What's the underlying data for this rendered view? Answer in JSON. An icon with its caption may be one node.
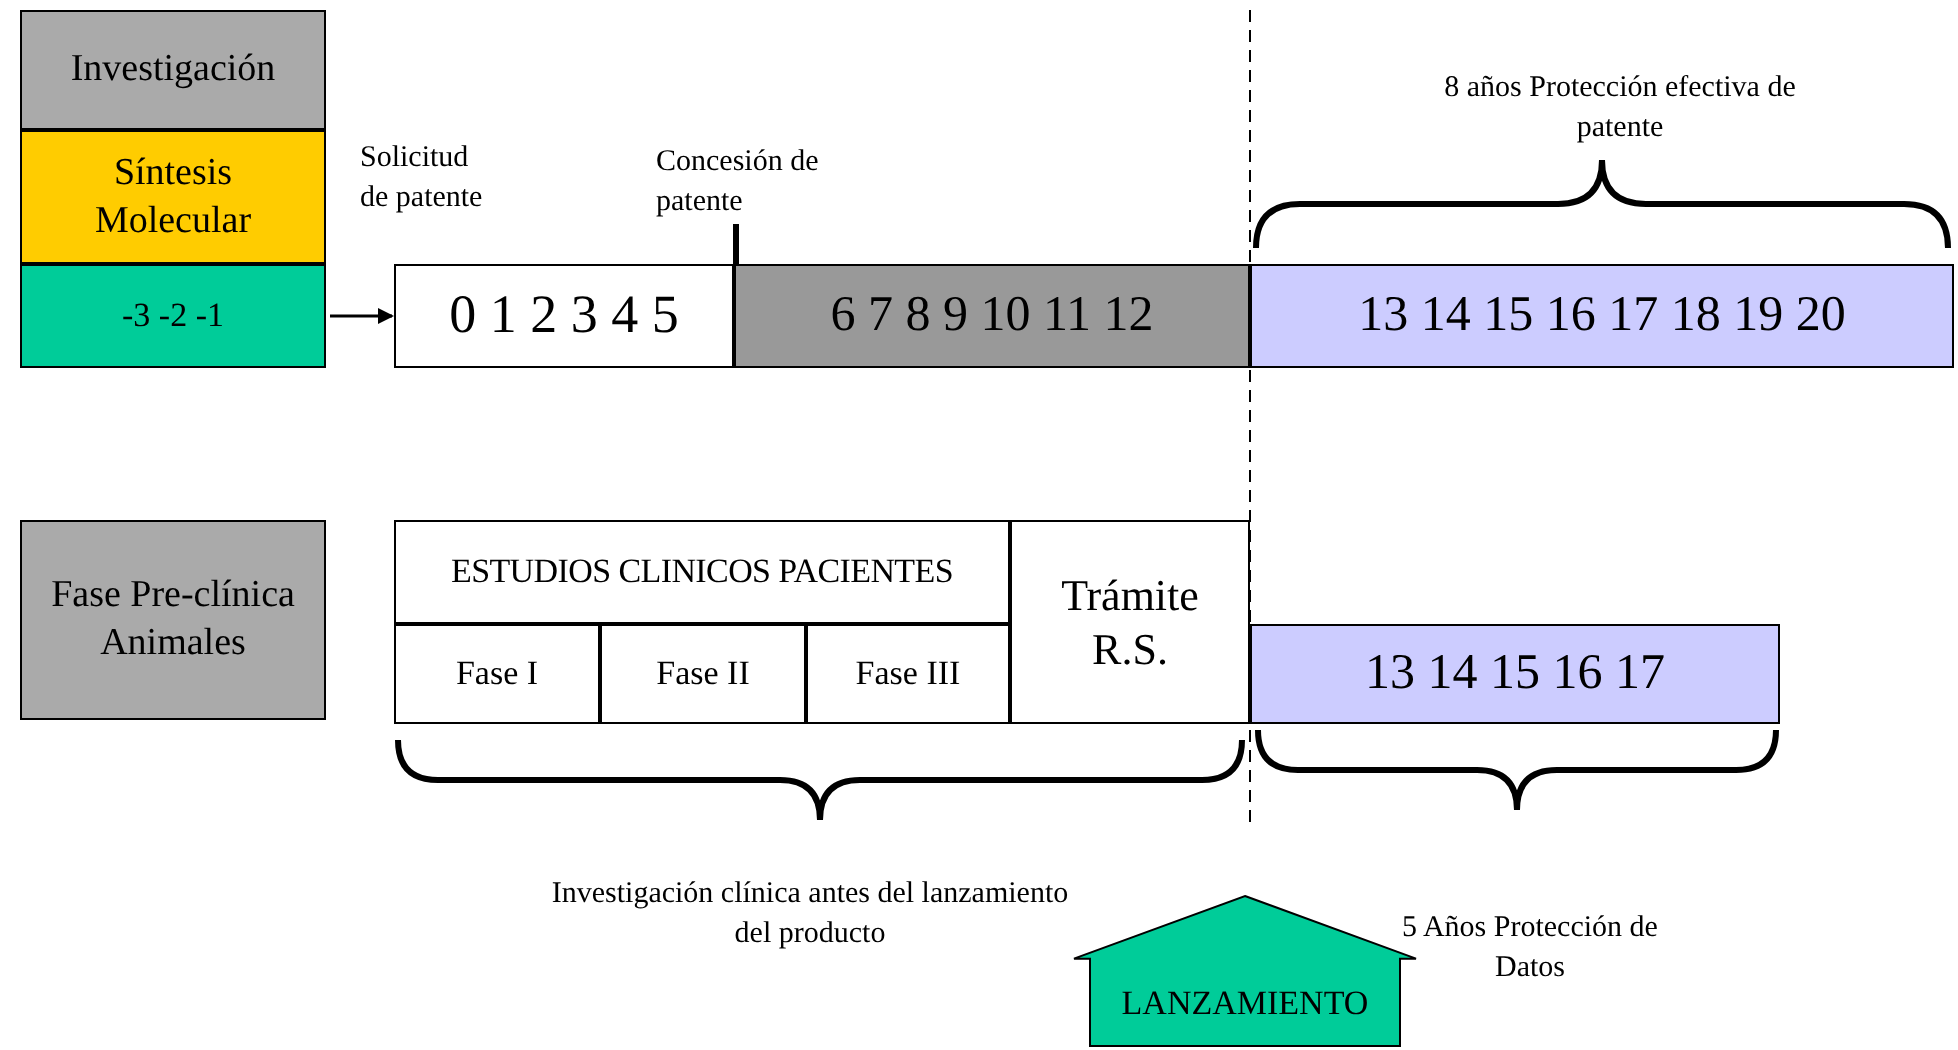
{
  "diagram": {
    "nodes": [
      {
        "text": [
          "Investigación"
        ]
      },
      {
        "text": [
          "Síntesis Molecular"
        ]
      },
      {
        "text": [
          "-3 -2 -1"
        ]
      },
      {
        "text": [
          "0 1 2 3 4 5"
        ]
      },
      {
        "text": [
          "6 7 8 9 10 11 12"
        ]
      },
      {
        "text": [
          "13 14 15 16 17 18 19 20"
        ]
      },
      {
        "text": [
          "Fase Pre-clínica Animales"
        ]
      },
      {
        "text": [
          "ESTUDIOS CLINICOS PACIENTES"
        ]
      },
      {
        "text": [
          "Fase I"
        ]
      },
      {
        "text": [
          "Fase II"
        ]
      },
      {
        "text": [
          "Fase III"
        ]
      },
      {
        "text": [
          "Trámite R.S."
        ]
      },
      {
        "text": [
          "13 14 15 16 17"
        ]
      },
      {
        "text": [
          "LANZAMIENTO"
        ]
      }
    ],
    "edges": [
      {
        "from": 2,
        "to": 3,
        "arrow": "to"
      }
    ],
    "labels": [
      "Solicitud de patente",
      "Concesión de patente",
      "8 años Protección efectiva de patente",
      "Investigación clínica antes del lanzamiento del producto",
      "5 Años Protección de Datos"
    ]
  }
}
